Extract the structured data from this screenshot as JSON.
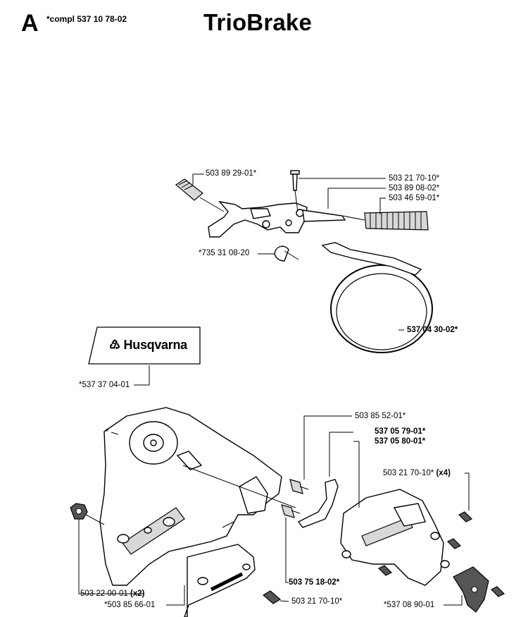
{
  "header": {
    "section_letter": "A",
    "compl_note": "*compl 537 10 78-02",
    "title": "TrioBrake"
  },
  "logo": {
    "brand_text": "Husqvarna"
  },
  "labels": [
    {
      "id": "l1",
      "text": "503 89 29-01*",
      "bold": false
    },
    {
      "id": "l2",
      "text": "503 21 70-10*",
      "bold": false
    },
    {
      "id": "l3",
      "text": "503 89 08-02*",
      "bold": false
    },
    {
      "id": "l4",
      "text": "503 46 59-01*",
      "bold": false
    },
    {
      "id": "l5",
      "text": "*735 31 08-20",
      "bold": false
    },
    {
      "id": "l6",
      "text": "537 04 30-02*",
      "bold": true
    },
    {
      "id": "l7",
      "text": "*537 37 04-01",
      "bold": false
    },
    {
      "id": "l8",
      "text": "503 85 52-01*",
      "bold": false
    },
    {
      "id": "l9",
      "text": "537 05 79-01*",
      "bold": true
    },
    {
      "id": "l10",
      "text": "537 05 80-01*",
      "bold": true
    },
    {
      "id": "l11",
      "text": "503 21 70-10*",
      "bold": false,
      "suffix": "(x4)"
    },
    {
      "id": "l12",
      "text": "*",
      "bold": false
    },
    {
      "id": "l13",
      "text": "503 22 00-01",
      "bold": false,
      "suffix": "(x2)"
    },
    {
      "id": "l14",
      "text": "*503 85 66-01",
      "bold": false
    },
    {
      "id": "l15",
      "text": "503 75 18-02*",
      "bold": true
    },
    {
      "id": "l16",
      "text": "503 21 70-10*",
      "bold": false
    },
    {
      "id": "l17",
      "text": "*537 08 90-01",
      "bold": false
    }
  ]
}
